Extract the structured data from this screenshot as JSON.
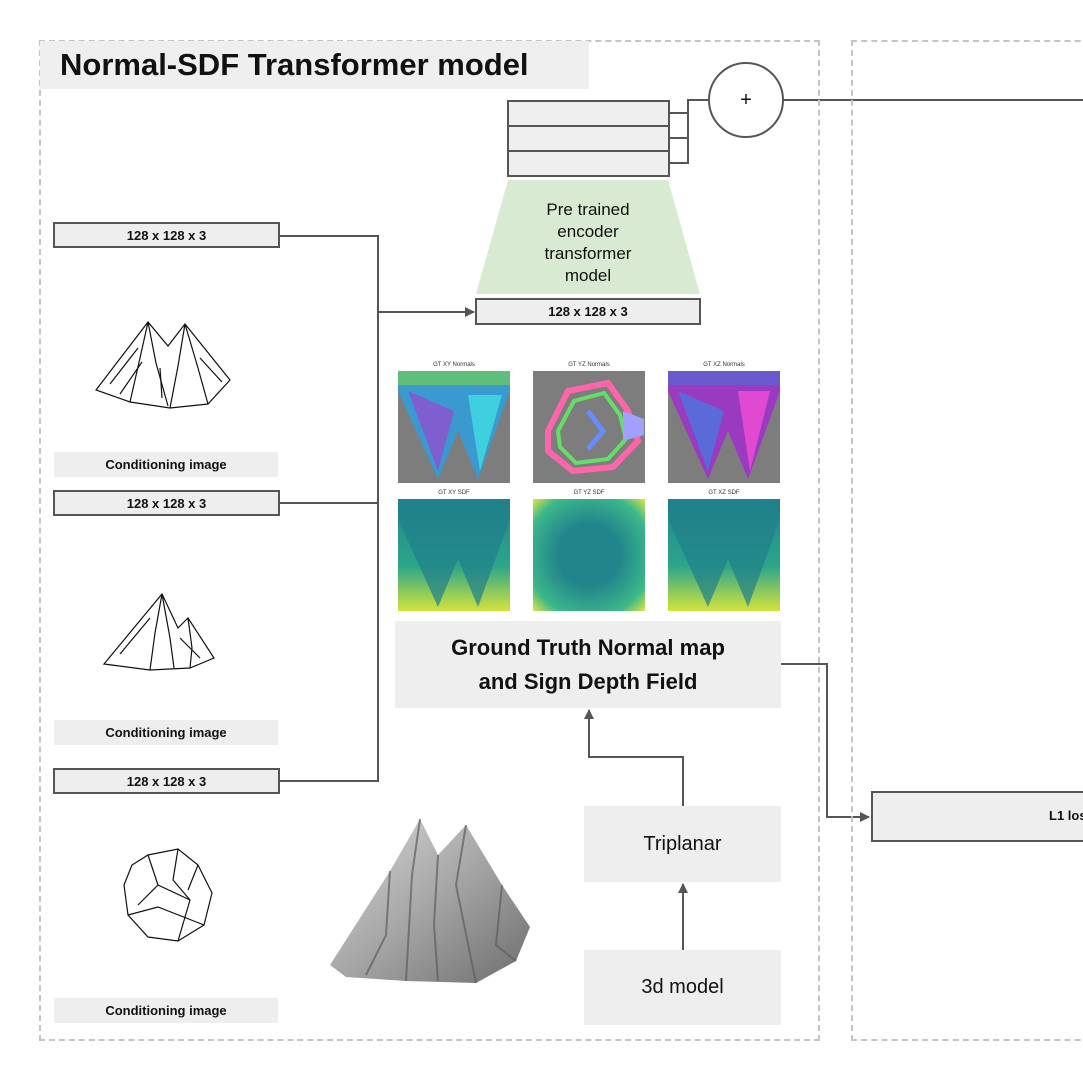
{
  "panel": {
    "title": "Normal-SDF Transformer model"
  },
  "plus_node": {
    "symbol": "+"
  },
  "encoder": {
    "line1": "Pre trained",
    "line2": "encoder",
    "line3": "transformer",
    "line4": "model",
    "input_dim": "128 x 128 x 3"
  },
  "inputs": [
    {
      "dim": "128 x 128 x 3",
      "caption": "Conditioning image"
    },
    {
      "dim": "128 x 128 x 3",
      "caption": "Conditioning image"
    },
    {
      "dim": "128 x 128 x 3",
      "caption": "Conditioning image"
    }
  ],
  "gt_grid": {
    "normals": [
      {
        "title": "GT XY Normals",
        "colors": [
          "#7a6a8a",
          "#3aa0d0",
          "#6cc0ff"
        ]
      },
      {
        "title": "GT YZ Normals",
        "colors": [
          "#8a8a8a",
          "#ff66aa",
          "#66dd66"
        ]
      },
      {
        "title": "GT XZ Normals",
        "colors": [
          "#8a4a9a",
          "#cc44cc",
          "#6a5acd"
        ]
      }
    ],
    "sdf": [
      {
        "title": "GT XY SDF",
        "colors": [
          "#c9e13a",
          "#2c9a8a",
          "#22808c"
        ]
      },
      {
        "title": "GT YZ SDF",
        "colors": [
          "#d7e446",
          "#32a28a",
          "#22858c"
        ]
      },
      {
        "title": "GT XZ SDF",
        "colors": [
          "#c9e13a",
          "#2c9a8a",
          "#22808c"
        ]
      }
    ]
  },
  "gt_box": {
    "line1": "Ground Truth Normal map",
    "line2": "and Sign Depth Field"
  },
  "triplanar": {
    "label": "Triplanar"
  },
  "model3d": {
    "label": "3d model"
  },
  "l1loss": {
    "label": "L1 los"
  },
  "colors": {
    "encoder_fill": "#d9ead3",
    "box_fill": "#eeeeee",
    "line": "#555555",
    "panel_border": "#c4c4c4"
  }
}
